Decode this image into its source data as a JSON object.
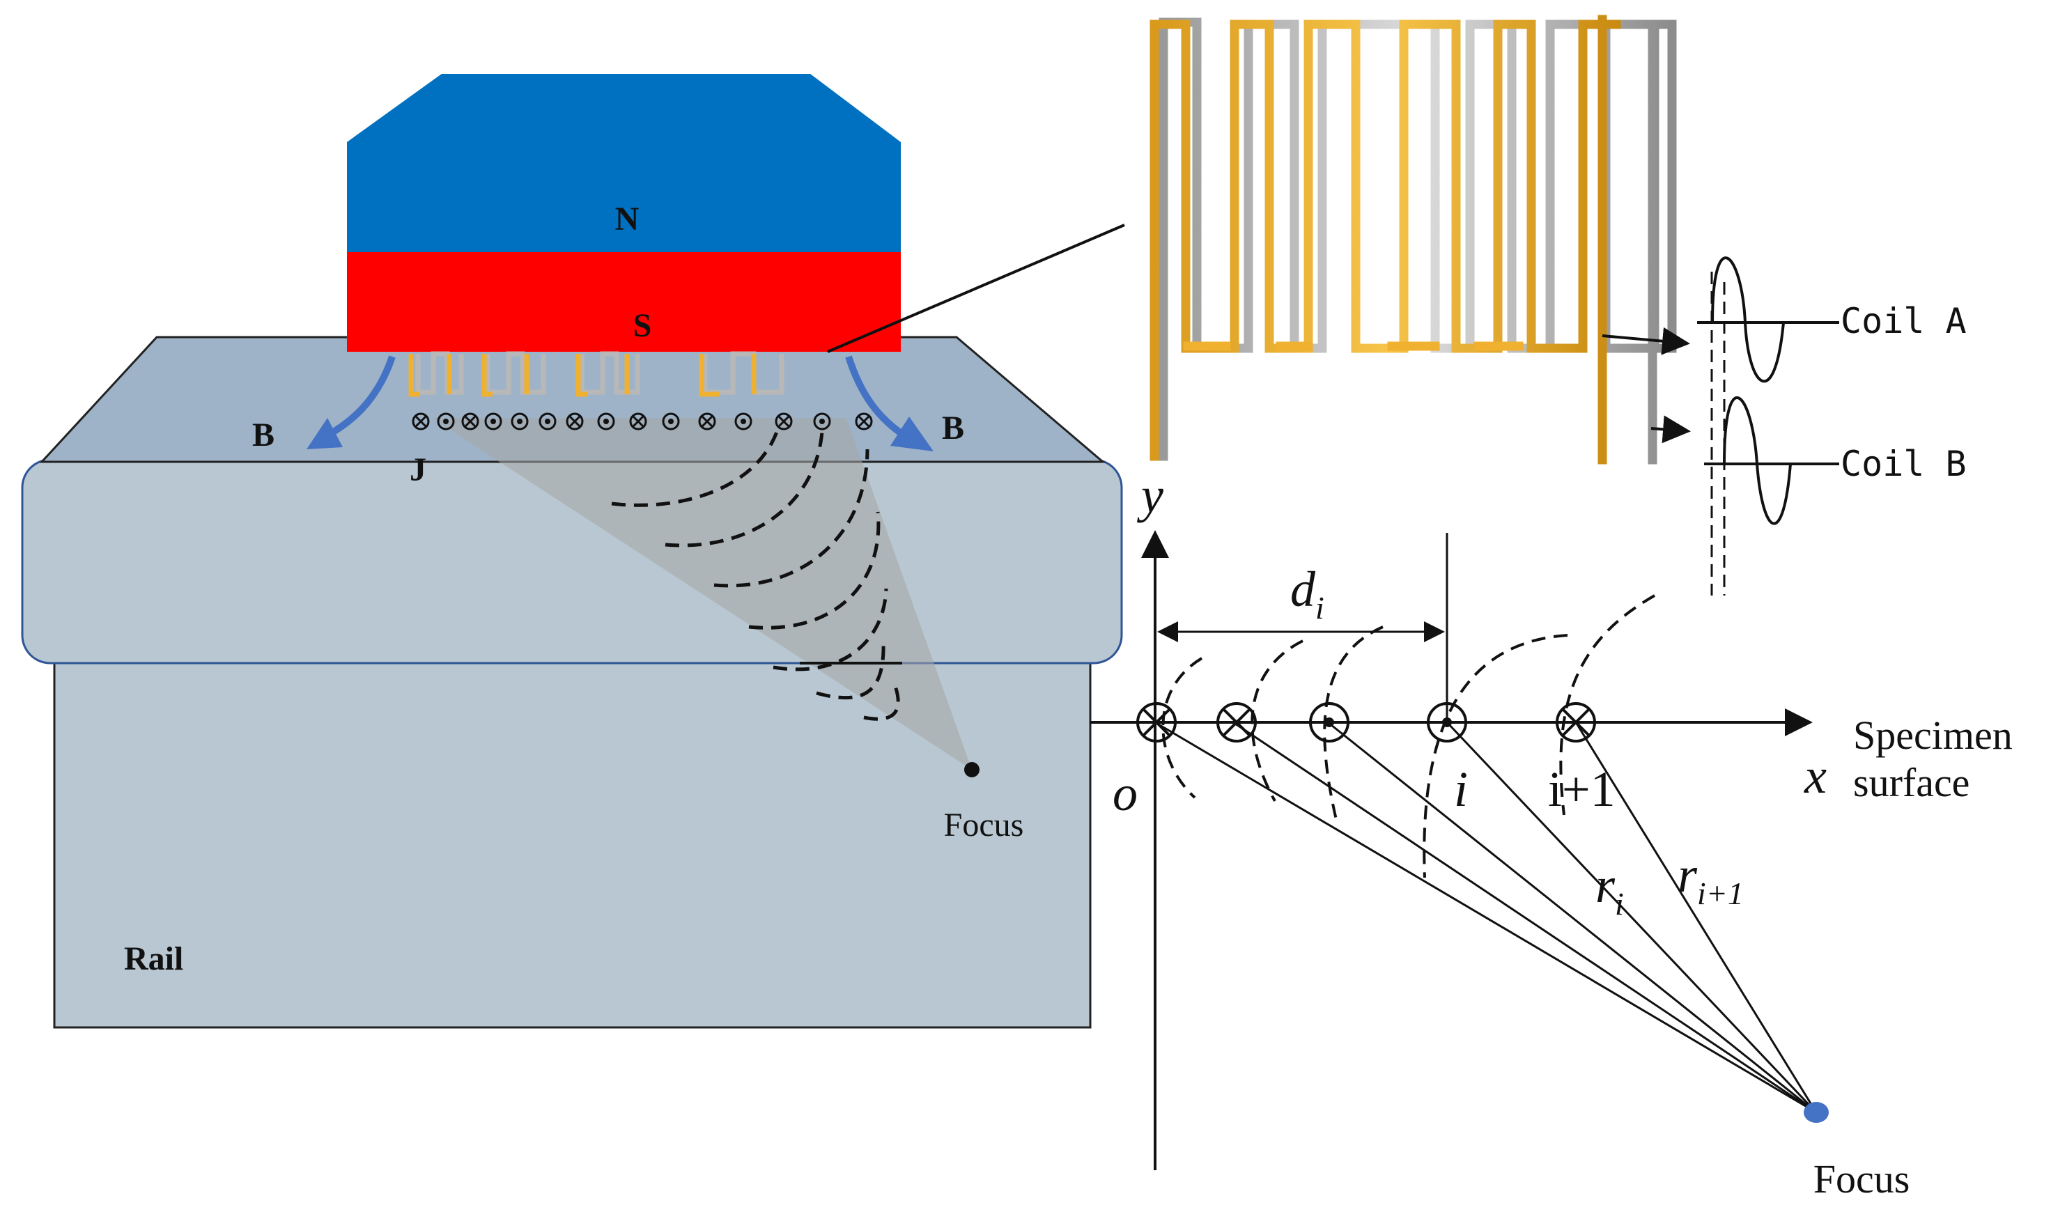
{
  "magnet": {
    "north_label": "N",
    "south_label": "S",
    "north_color": "#0070C0",
    "south_color": "#FF0000"
  },
  "field": {
    "b_label_left": "B",
    "b_label_right": "B",
    "j_label": "J",
    "arrow_color": "#4472C4"
  },
  "rail": {
    "label": "Rail",
    "color": "#B8C7D1",
    "top_color": "#9EB3C8"
  },
  "focus_left": {
    "label": "Focus"
  },
  "coils": {
    "coil_a_label": "Coil A",
    "coil_b_label": "Coil B",
    "coil_a_color": "#F0B030",
    "coil_b_color": "#B8B8B8"
  },
  "axes": {
    "origin_label": "o",
    "x_label": "x",
    "y_label": "y",
    "surface_label_line1": "Specimen",
    "surface_label_line2": "surface",
    "d_label": "d",
    "d_sub": "i",
    "i_label": "i",
    "i1_label": "i+1",
    "r_label": "r",
    "r_sub": "i",
    "r1_label": "r",
    "r1_sub": "i+1"
  },
  "focus_right": {
    "label": "Focus",
    "color": "#4472C4"
  },
  "current_symbols": [
    "cross",
    "dot",
    "cross",
    "dot",
    "dot",
    "dot",
    "cross",
    "dot",
    "cross",
    "dot",
    "cross",
    "dot",
    "cross",
    "dot",
    "cross"
  ]
}
